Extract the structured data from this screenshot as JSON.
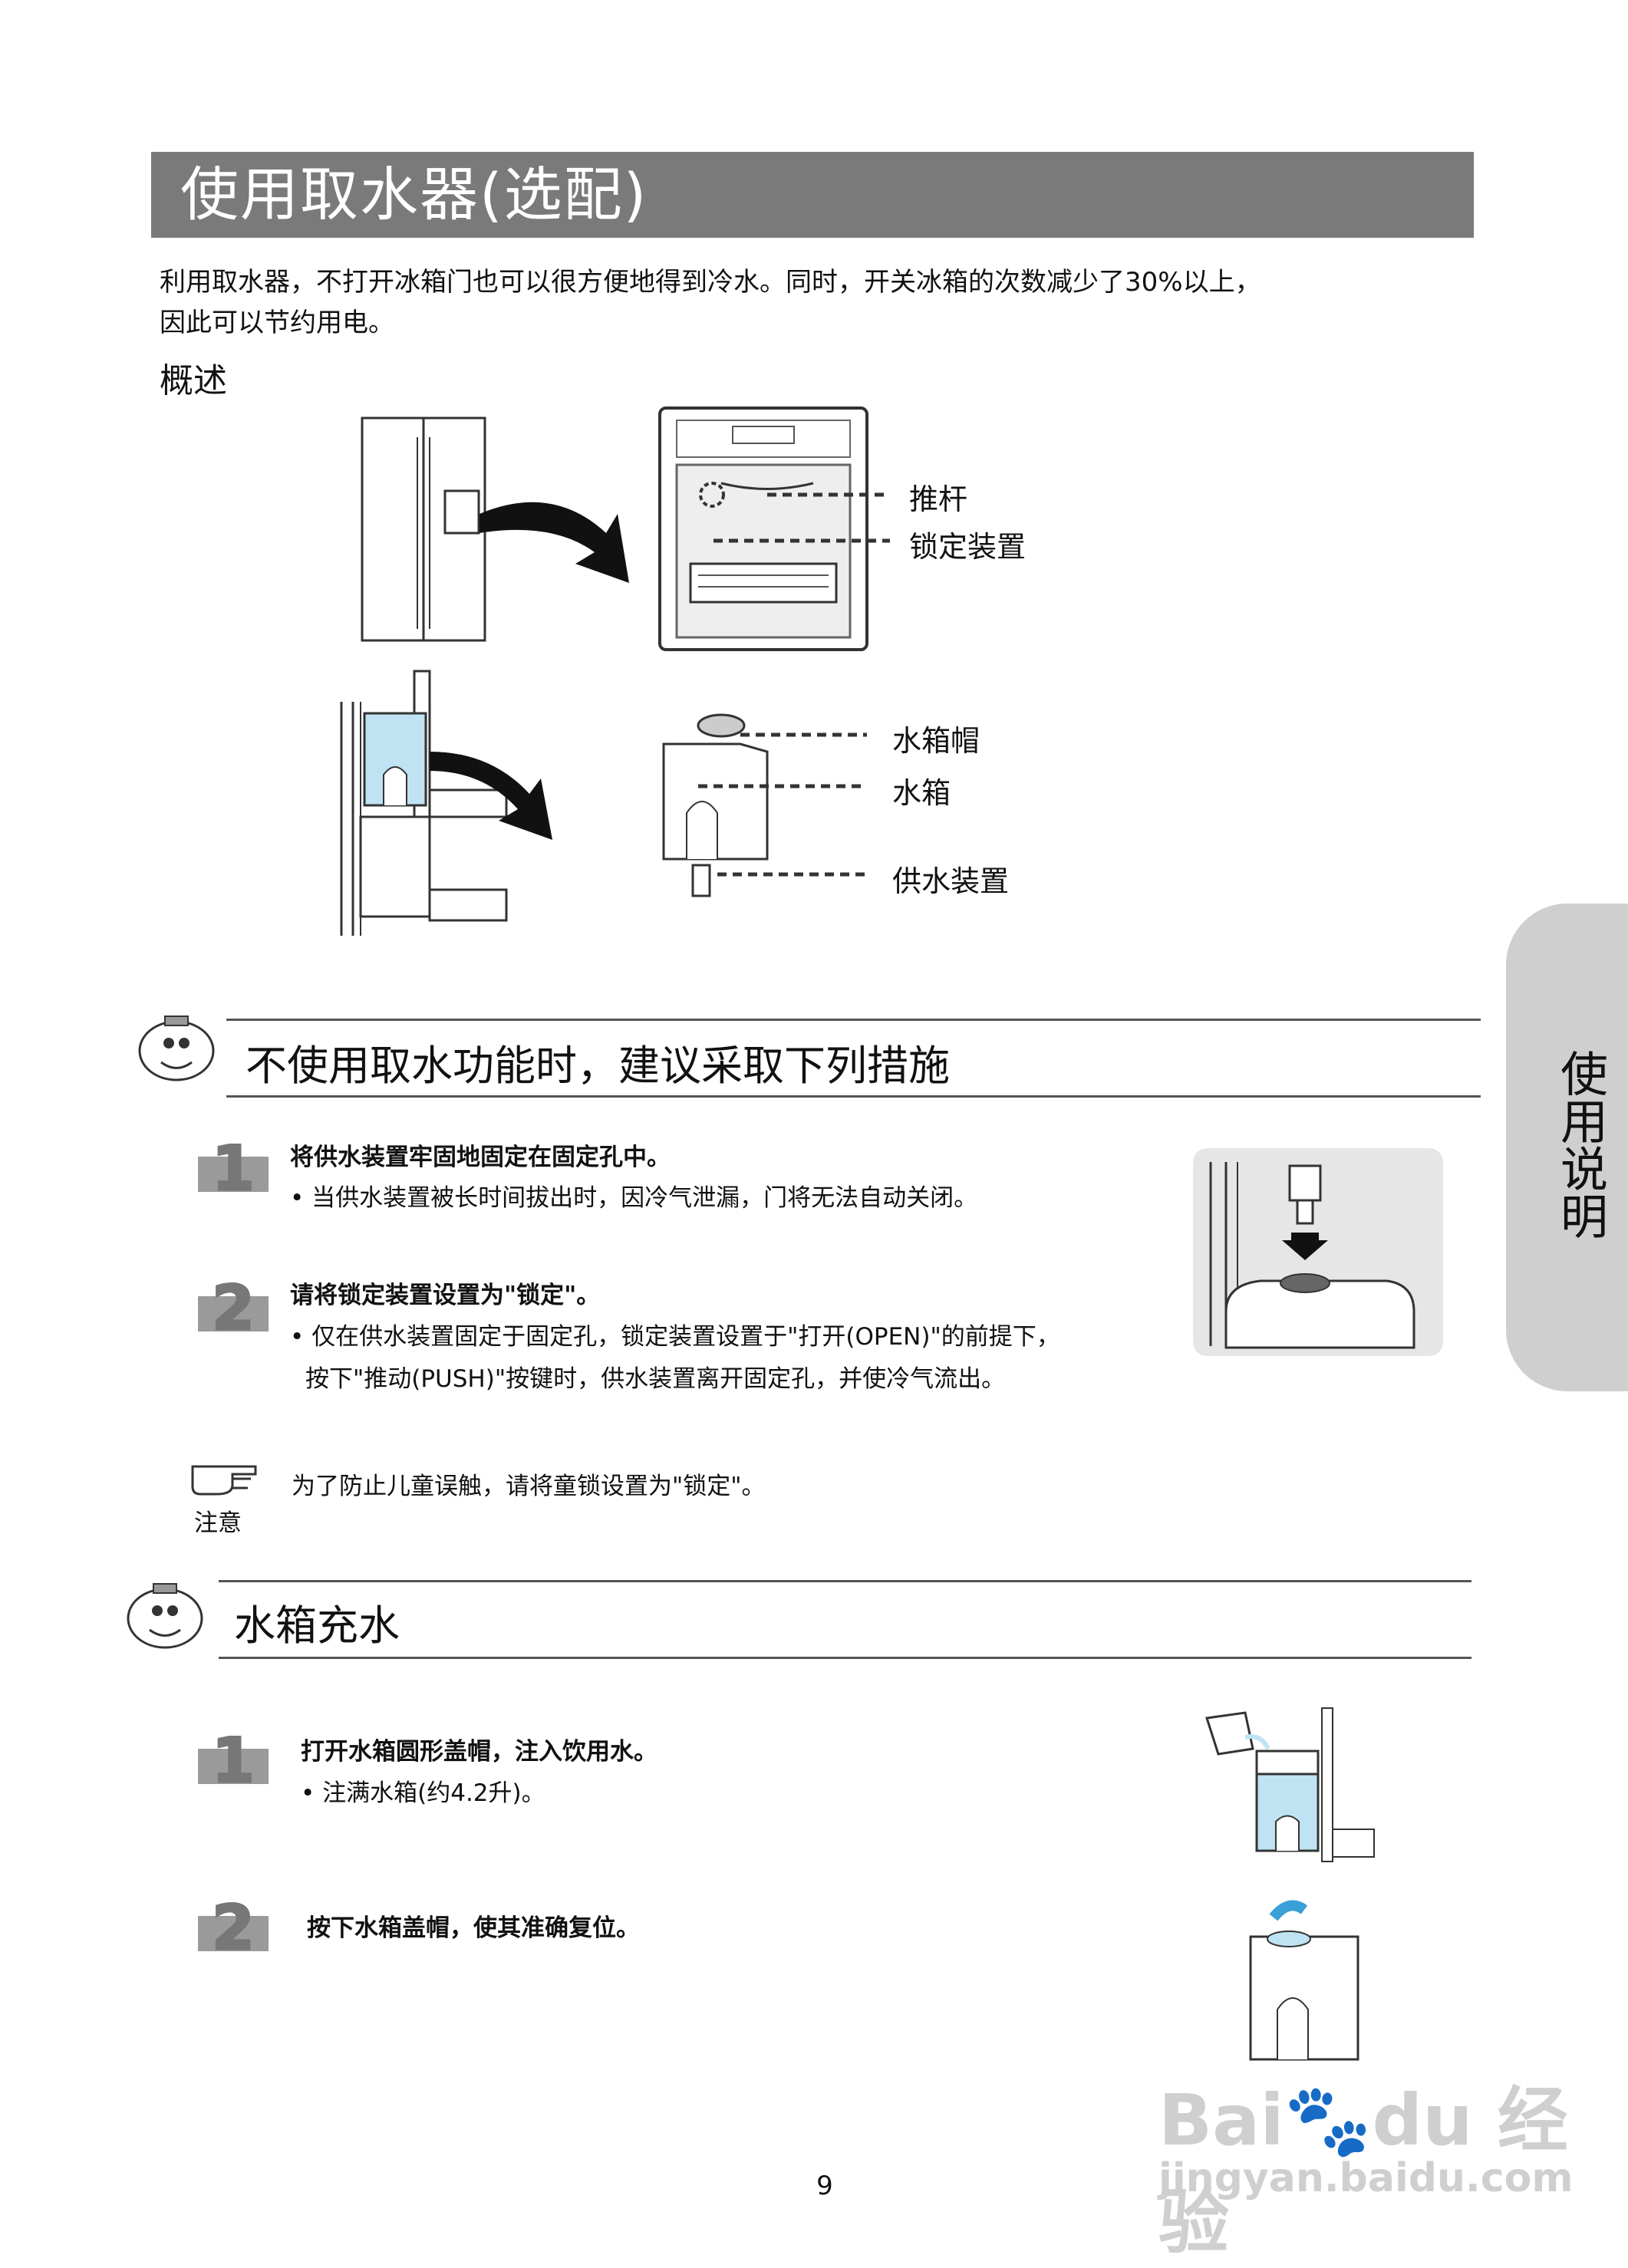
{
  "page": {
    "title": "使用取水器(选配)",
    "intro_line1": "利用取水器，不打开冰箱门也可以很方便地得到冷水。同时，开关冰箱的次数减少了30%以上，",
    "intro_line2": "因此可以节约用电。",
    "overview_heading": "概述",
    "page_number": "9"
  },
  "overview": {
    "callouts": {
      "lever": "推杆",
      "lock": "锁定装置",
      "tank_cap": "水箱帽",
      "tank": "水箱",
      "supply": "供水装置"
    }
  },
  "section1": {
    "title": "不使用取水功能时，建议采取下列措施",
    "steps": [
      {
        "num": "1",
        "main": "将供水装置牢固地固定在固定孔中。",
        "bullet": "• 当供水装置被长时间拔出时，因冷气泄漏，门将无法自动关闭。"
      },
      {
        "num": "2",
        "main": "请将锁定装置设置为\"锁定\"。",
        "bullet1": "• 仅在供水装置固定于固定孔，锁定装置设置于\"打开(OPEN)\"的前提下，",
        "bullet2": "按下\"推动(PUSH)\"按键时，供水装置离开固定孔，并使冷气流出。"
      }
    ],
    "note_label": "注意",
    "note_text": "为了防止儿童误触，请将童锁设置为\"锁定\"。"
  },
  "section2": {
    "title": "水箱充水",
    "steps": [
      {
        "num": "1",
        "main": "打开水箱圆形盖帽，注入饮用水。",
        "bullet": "• 注满水箱(约4.2升)。"
      },
      {
        "num": "2",
        "main": "按下水箱盖帽，使其准确复位。"
      }
    ]
  },
  "side_tab": {
    "label": "使用说明"
  },
  "watermark": {
    "brand": "Bai du 经验",
    "url": "jingyan.baidu.com"
  },
  "colors": {
    "title_bar": "#7a7a7a",
    "side_tab": "#cfcfcf",
    "water_blue": "#bfe3f2"
  }
}
